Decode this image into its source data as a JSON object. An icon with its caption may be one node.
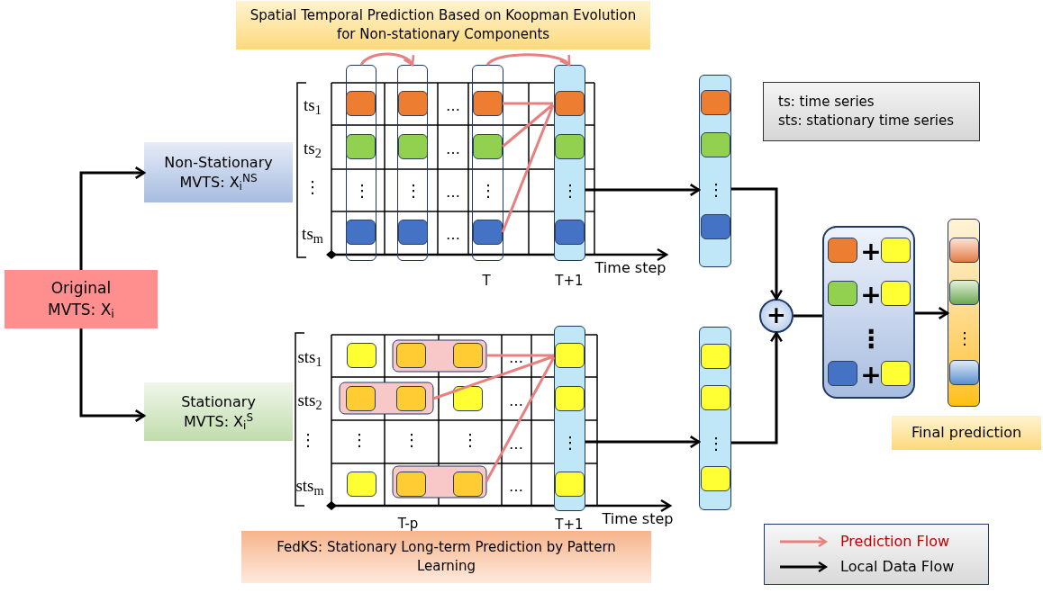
{
  "diagram": {
    "nodes": [
      {
        "text": [
          "Original MVTS: X$_{i}$"
        ]
      },
      {
        "text": [
          "Non-Stationary MVTS: X$_{i}$$^{NS}$"
        ]
      },
      {
        "text": [
          "Stationary MVTS: X$_{i}$$^{S}$"
        ]
      },
      {
        "text": [
          "Spatial Temporal Prediction Based on Koopman Evolution for Non-stationary Components"
        ]
      },
      {
        "text": [
          "FedKS: Stationary Long-term Prediction by Pattern Learning"
        ]
      },
      {
        "text": [
          "⋮"
        ]
      },
      {
        "text": [
          "⋮"
        ]
      },
      {
        "text": [
          "⋮"
        ]
      },
      {
        "text": [
          "⋮"
        ]
      },
      {
        "text": [
          "⋮"
        ]
      },
      {
        "text": [
          "⋮"
        ]
      },
      {
        "text": [
          "⋮"
        ]
      },
      {
        "text": [
          "+"
        ]
      },
      {
        "text": [
          "+",
          "+",
          "⋮",
          "+"
        ]
      },
      {
        "text": [
          "⋮"
        ]
      },
      {
        "text": [
          "Final prediction"
        ]
      },
      {
        "text": [
          "ts: time series",
          "sts: stationary time series"
        ]
      }
    ],
    "edges": [
      {
        "from": 0,
        "to": 1,
        "arrow": "to"
      },
      {
        "from": 0,
        "to": 2,
        "arrow": "to"
      },
      {
        "from": 5,
        "to": 6,
        "arrow": "to",
        "color": "#e88080"
      },
      {
        "from": 7,
        "to": 8,
        "arrow": "to",
        "color": "#e88080"
      },
      {
        "from": 8,
        "to": 9,
        "arrow": "to"
      },
      {
        "from": 10,
        "to": 11,
        "arrow": "to"
      },
      {
        "from": 9,
        "to": 12,
        "arrow": "to"
      },
      {
        "from": 11,
        "to": 12,
        "arrow": "to"
      },
      {
        "from": 12,
        "to": 13,
        "arrow": "none"
      },
      {
        "from": 13,
        "to": 14,
        "arrow": "to"
      }
    ],
    "labels": [
      "ts$_{1}$",
      "ts$_{2}$",
      "⋮",
      "ts$_{m}$",
      "…",
      "…",
      "…",
      "…",
      "T",
      "T+1",
      "Time step",
      "sts$_{1}$",
      "sts$_{2}$",
      "⋮",
      "sts$_{m}$",
      "⋮",
      "⋮",
      "⋮",
      "…",
      "…",
      "…",
      "…",
      "T-p",
      "T+1",
      "Time step"
    ],
    "legend": [
      {
        "text": "Prediction Flow"
      },
      {
        "text": "Local Data Flow"
      }
    ]
  }
}
